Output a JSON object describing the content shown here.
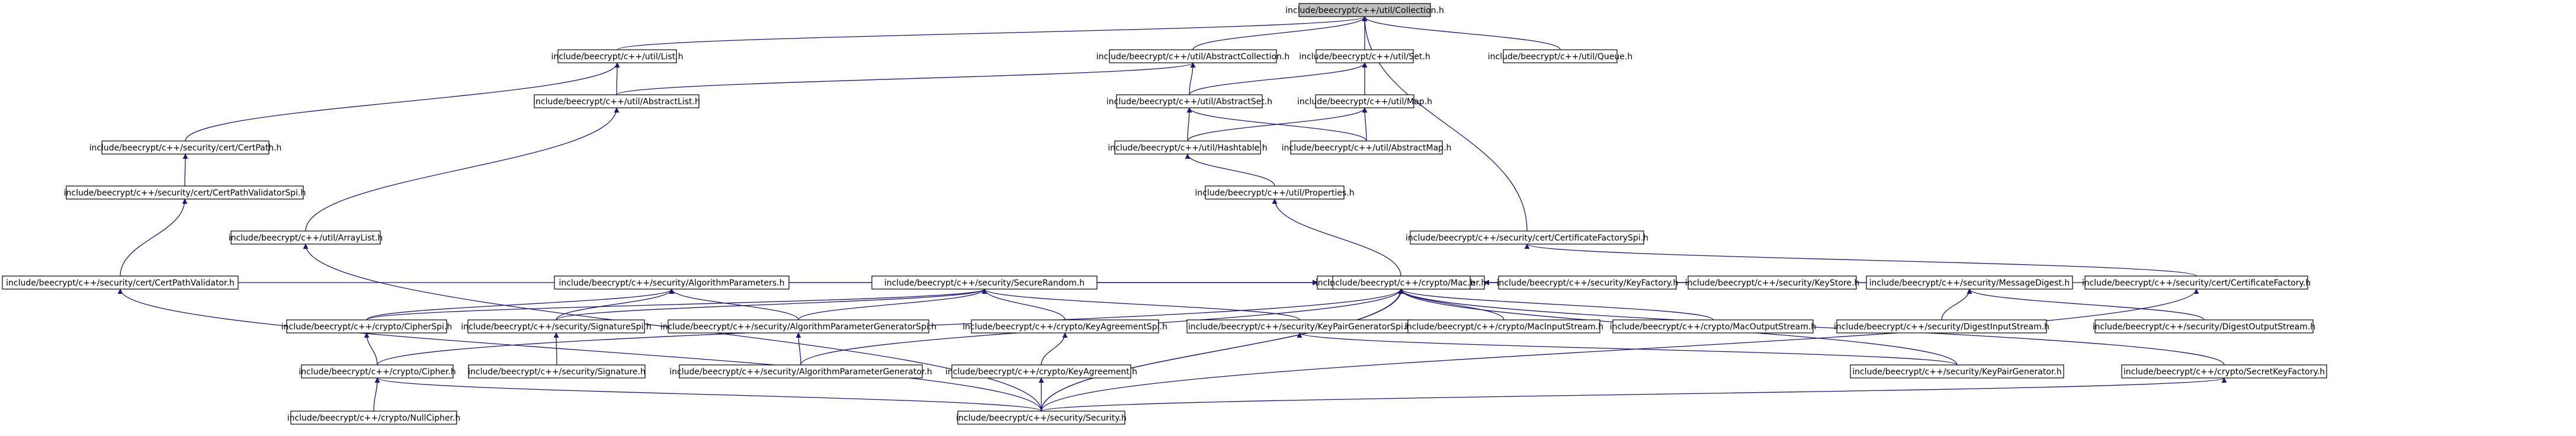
{
  "nodes": [
    {
      "id": "collection",
      "label": "include/beecrypt/c++/util/Collection.h",
      "root": true
    },
    {
      "id": "list",
      "label": "include/beecrypt/c++/util/List.h"
    },
    {
      "id": "abstractcollection",
      "label": "include/beecrypt/c++/util/AbstractCollection.h"
    },
    {
      "id": "set",
      "label": "include/beecrypt/c++/util/Set.h"
    },
    {
      "id": "queue",
      "label": "include/beecrypt/c++/util/Queue.h"
    },
    {
      "id": "abstractlist",
      "label": "include/beecrypt/c++/util/AbstractList.h"
    },
    {
      "id": "abstractset",
      "label": "include/beecrypt/c++/util/AbstractSet.h"
    },
    {
      "id": "map",
      "label": "include/beecrypt/c++/util/Map.h"
    },
    {
      "id": "certpath",
      "label": "include/beecrypt/c++/security/cert/CertPath.h"
    },
    {
      "id": "hashtable",
      "label": "include/beecrypt/c++/util/Hashtable.h"
    },
    {
      "id": "abstractmap",
      "label": "include/beecrypt/c++/util/AbstractMap.h"
    },
    {
      "id": "certpathvalidatorspi",
      "label": "include/beecrypt/c++/security/cert/CertPathValidatorSpi.h"
    },
    {
      "id": "properties",
      "label": "include/beecrypt/c++/util/Properties.h"
    },
    {
      "id": "certificatefactoryspi",
      "label": "include/beecrypt/c++/security/cert/CertificateFactorySpi.h"
    },
    {
      "id": "arraylist",
      "label": "include/beecrypt/c++/util/ArrayList.h"
    },
    {
      "id": "provider",
      "label": "include/beecrypt/c++/security/Provider.h"
    },
    {
      "id": "certpathvalidator",
      "label": "include/beecrypt/c++/security/cert/CertPathValidator.h"
    },
    {
      "id": "algorithmparameters",
      "label": "include/beecrypt/c++/security/AlgorithmParameters.h"
    },
    {
      "id": "securerandom",
      "label": "include/beecrypt/c++/security/SecureRandom.h"
    },
    {
      "id": "mac",
      "label": "include/beecrypt/c++/crypto/Mac.h"
    },
    {
      "id": "keyfactory",
      "label": "include/beecrypt/c++/security/KeyFactory.h"
    },
    {
      "id": "keystore",
      "label": "include/beecrypt/c++/security/KeyStore.h"
    },
    {
      "id": "messagedigest",
      "label": "include/beecrypt/c++/security/MessageDigest.h"
    },
    {
      "id": "certificatefactory",
      "label": "include/beecrypt/c++/security/cert/CertificateFactory.h"
    },
    {
      "id": "cipherspi",
      "label": "include/beecrypt/c++/crypto/CipherSpi.h"
    },
    {
      "id": "signaturespi",
      "label": "include/beecrypt/c++/security/SignatureSpi.h"
    },
    {
      "id": "algparamgenspi",
      "label": "include/beecrypt/c++/security/AlgorithmParameterGeneratorSpi.h"
    },
    {
      "id": "keyagreementspi",
      "label": "include/beecrypt/c++/crypto/KeyAgreementSpi.h"
    },
    {
      "id": "keypairgenspi",
      "label": "include/beecrypt/c++/security/KeyPairGeneratorSpi.h"
    },
    {
      "id": "macinputstream",
      "label": "include/beecrypt/c++/crypto/MacInputStream.h"
    },
    {
      "id": "macoutputstream",
      "label": "include/beecrypt/c++/crypto/MacOutputStream.h"
    },
    {
      "id": "digestinputstream",
      "label": "include/beecrypt/c++/security/DigestInputStream.h"
    },
    {
      "id": "digestoutputstream",
      "label": "include/beecrypt/c++/security/DigestOutputStream.h"
    },
    {
      "id": "cipher",
      "label": "include/beecrypt/c++/crypto/Cipher.h"
    },
    {
      "id": "signature",
      "label": "include/beecrypt/c++/security/Signature.h"
    },
    {
      "id": "algparamgen",
      "label": "include/beecrypt/c++/security/AlgorithmParameterGenerator.h"
    },
    {
      "id": "keyagreement",
      "label": "include/beecrypt/c++/crypto/KeyAgreement.h"
    },
    {
      "id": "keypairgen",
      "label": "include/beecrypt/c++/security/KeyPairGenerator.h"
    },
    {
      "id": "secretkeyfactory",
      "label": "include/beecrypt/c++/crypto/SecretKeyFactory.h"
    },
    {
      "id": "nullcipher",
      "label": "include/beecrypt/c++/crypto/NullCipher.h"
    },
    {
      "id": "security",
      "label": "include/beecrypt/c++/security/Security.h"
    }
  ],
  "edges": [
    [
      "list",
      "collection"
    ],
    [
      "abstractcollection",
      "collection"
    ],
    [
      "set",
      "collection"
    ],
    [
      "queue",
      "collection"
    ],
    [
      "certificatefactoryspi",
      "collection"
    ],
    [
      "certpath",
      "list"
    ],
    [
      "abstractlist",
      "list"
    ],
    [
      "abstractlist",
      "abstractcollection"
    ],
    [
      "abstractset",
      "abstractcollection"
    ],
    [
      "abstractset",
      "set"
    ],
    [
      "map",
      "set"
    ],
    [
      "hashtable",
      "abstractset"
    ],
    [
      "abstractmap",
      "abstractset"
    ],
    [
      "hashtable",
      "map"
    ],
    [
      "abstractmap",
      "map"
    ],
    [
      "certpathvalidatorspi",
      "certpath"
    ],
    [
      "arraylist",
      "abstractlist"
    ],
    [
      "properties",
      "hashtable"
    ],
    [
      "provider",
      "properties"
    ],
    [
      "certificatefactory",
      "certificatefactoryspi"
    ],
    [
      "certpathvalidator",
      "certpathvalidatorspi"
    ],
    [
      "security",
      "arraylist"
    ],
    [
      "certpathvalidator",
      "provider"
    ],
    [
      "algorithmparameters",
      "provider"
    ],
    [
      "securerandom",
      "provider"
    ],
    [
      "mac",
      "provider"
    ],
    [
      "keyfactory",
      "provider"
    ],
    [
      "keystore",
      "provider"
    ],
    [
      "messagedigest",
      "provider"
    ],
    [
      "certificatefactory",
      "provider"
    ],
    [
      "cipher",
      "provider"
    ],
    [
      "algparamgen",
      "provider"
    ],
    [
      "keypairgen",
      "provider"
    ],
    [
      "secretkeyfactory",
      "provider"
    ],
    [
      "security",
      "provider"
    ],
    [
      "cipherspi",
      "algorithmparameters"
    ],
    [
      "signaturespi",
      "algorithmparameters"
    ],
    [
      "algparamgenspi",
      "algorithmparameters"
    ],
    [
      "cipherspi",
      "securerandom"
    ],
    [
      "signaturespi",
      "securerandom"
    ],
    [
      "algparamgenspi",
      "securerandom"
    ],
    [
      "keyagreementspi",
      "securerandom"
    ],
    [
      "keypairgenspi",
      "securerandom"
    ],
    [
      "macinputstream",
      "mac"
    ],
    [
      "macoutputstream",
      "mac"
    ],
    [
      "security",
      "mac"
    ],
    [
      "digestinputstream",
      "messagedigest"
    ],
    [
      "digestoutputstream",
      "messagedigest"
    ],
    [
      "cipher",
      "cipherspi"
    ],
    [
      "signature",
      "signaturespi"
    ],
    [
      "algparamgen",
      "algparamgenspi"
    ],
    [
      "keyagreement",
      "keyagreementspi"
    ],
    [
      "keypairgen",
      "keypairgenspi"
    ],
    [
      "nullcipher",
      "cipher"
    ],
    [
      "security",
      "cipher"
    ],
    [
      "security",
      "keyagreement"
    ],
    [
      "security",
      "secretkeyfactory"
    ],
    [
      "security",
      "certificatefactory"
    ],
    [
      "security",
      "certpathvalidator"
    ]
  ],
  "colors": {
    "edge": "#191970",
    "root_fill": "#bfbfbf",
    "node_fill": "#ffffff",
    "node_stroke": "#000000"
  }
}
